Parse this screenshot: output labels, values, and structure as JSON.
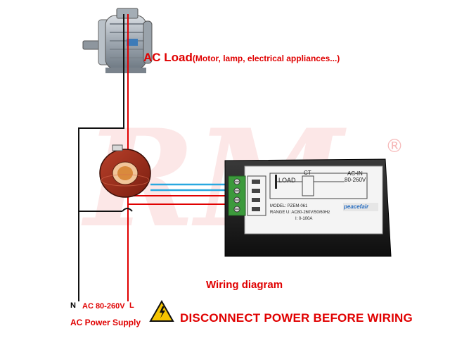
{
  "load": {
    "title_main": "AC Load",
    "title_sub": "(Motor, lamp, electrical appliances...)"
  },
  "meter_panel": {
    "load_label": "LOAD",
    "ct_label": "CT",
    "acin_label": "AC-IN",
    "acin_range": "80-260V",
    "model_line": "MODEL: PZEM-061",
    "range_line_v": "RANGE   U: AC80-260V/50/60Hz",
    "range_line_i": "I: 0-100A",
    "brand": "peacefair"
  },
  "captions": {
    "wiring": "Wiring diagram",
    "neutral": "N",
    "ac_range": "AC 80-260V",
    "live": "L",
    "supply": "AC Power Supply",
    "warning": "DISCONNECT POWER BEFORE WIRING",
    "watermark_symbol": "®"
  },
  "colors": {
    "live_wire": "#e00000",
    "neutral_wire": "#111111",
    "signal_wire": "#29a8e0",
    "terminal_green": "#3c9a3c",
    "warning_yellow": "#f5c400"
  }
}
